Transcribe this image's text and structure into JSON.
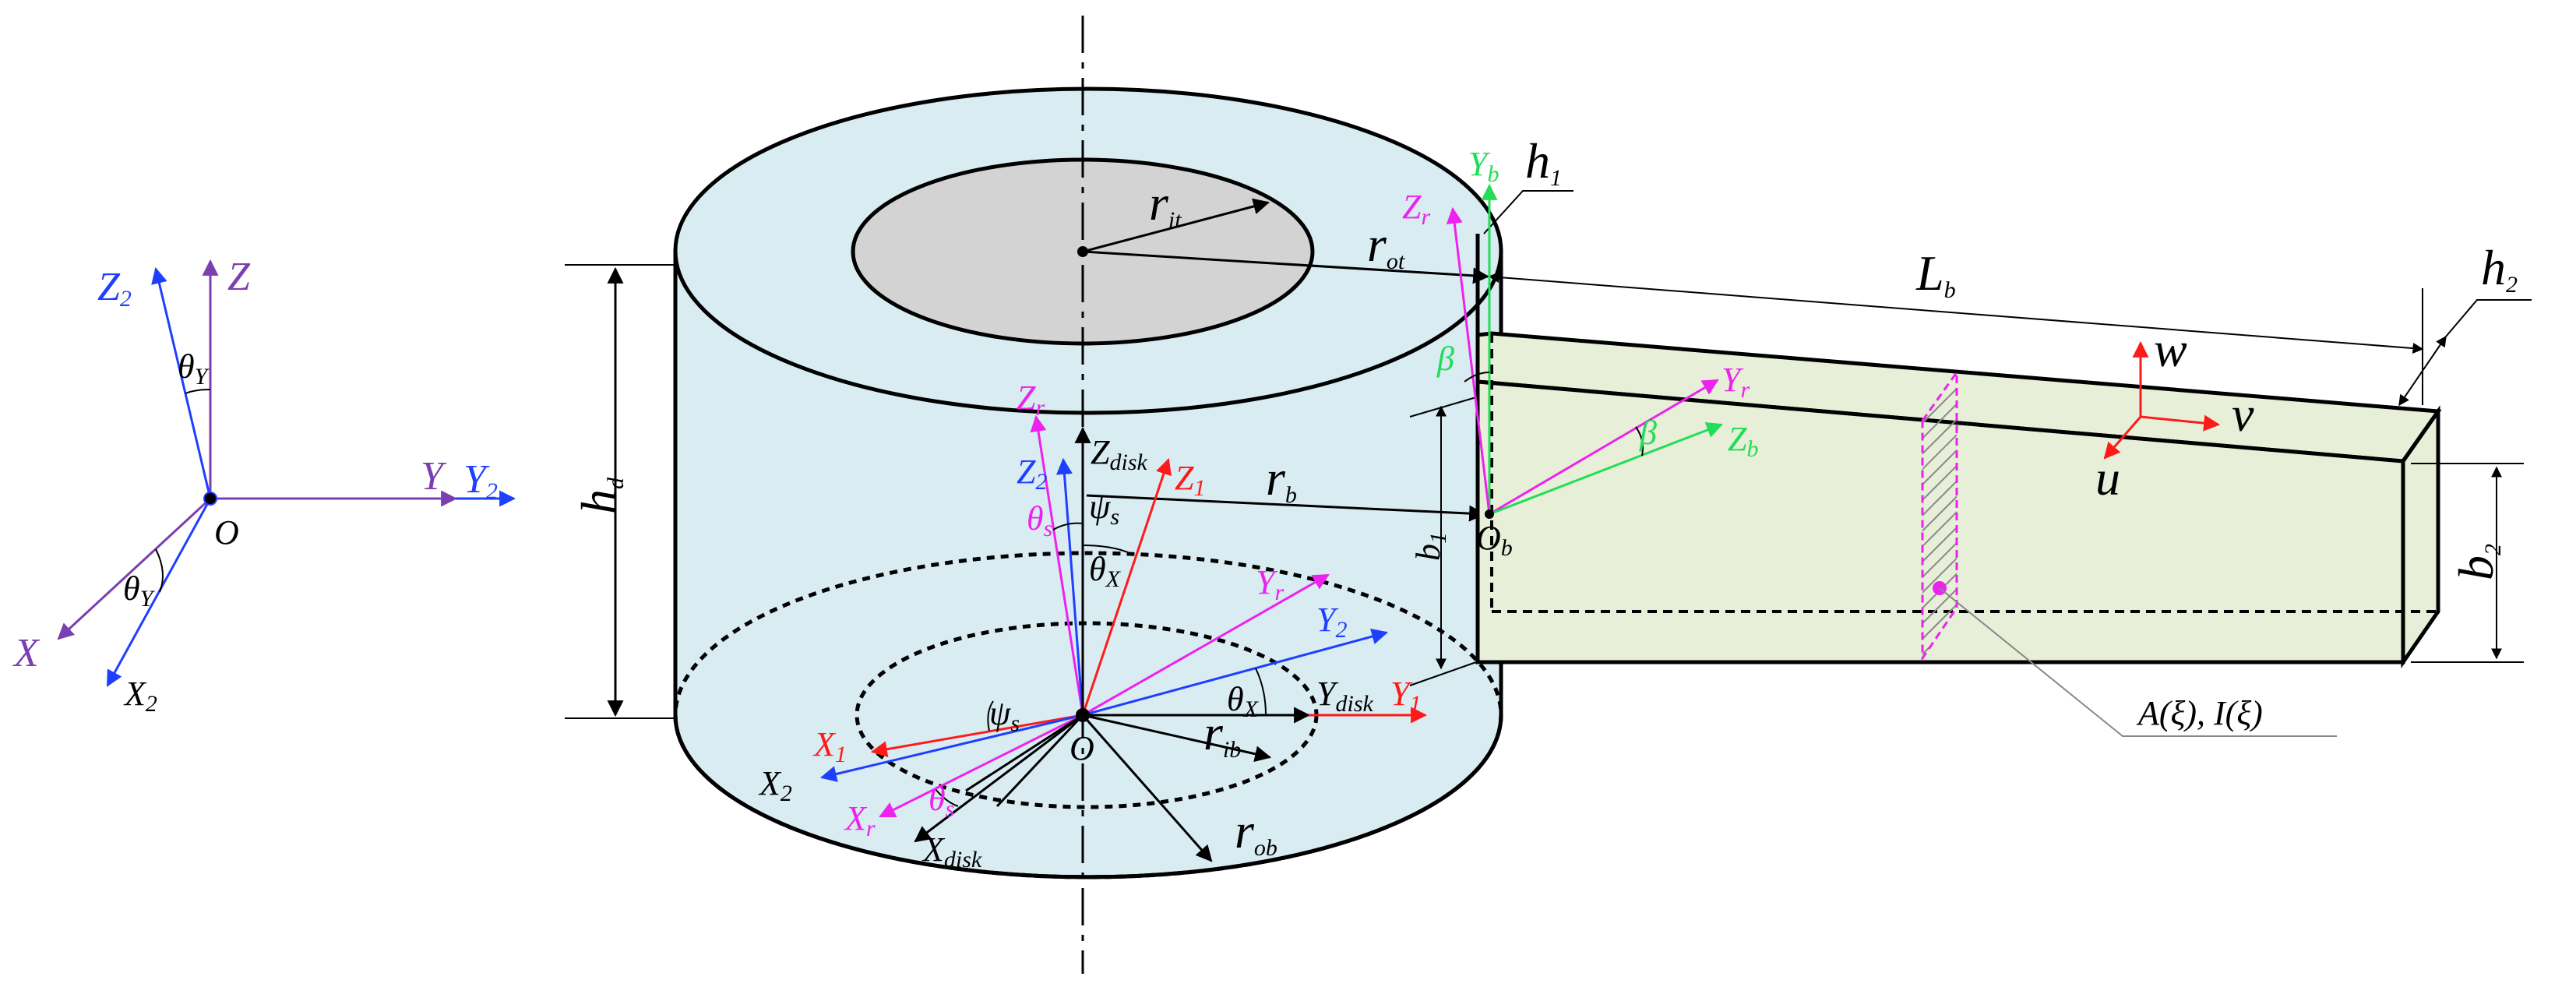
{
  "colors": {
    "black": "#000000",
    "blue": "#1f3fff",
    "red": "#ff1a1a",
    "magenta": "#ee22ee",
    "green": "#22dd55",
    "purple": "#7a3fb0",
    "disk_fill": "#d8ecf2",
    "hole_fill": "#d3d3d3",
    "beam_fill": "#e7efd9"
  },
  "global_frame": {
    "origin": "O",
    "Z": "Z",
    "Z2": {
      "main": "Z",
      "sub": "2"
    },
    "Y": "Y",
    "Y2": {
      "main": "Y",
      "sub": "2"
    },
    "X": "X",
    "X2": {
      "main": "X",
      "sub": "2"
    },
    "thetaY_top": {
      "main": "θ",
      "sub": "Y"
    },
    "thetaY_bottom": {
      "main": "θ",
      "sub": "Y"
    }
  },
  "disk": {
    "r_it": {
      "main": "r",
      "sub": "it"
    },
    "r_ot": {
      "main": "r",
      "sub": "ot"
    },
    "h_d": {
      "main": "h",
      "sub": "d"
    },
    "r_b": {
      "main": "r",
      "sub": "b"
    },
    "r_ib": {
      "main": "r",
      "sub": "ib"
    },
    "r_ob": {
      "main": "r",
      "sub": "ob"
    },
    "center": "O",
    "Zr": {
      "main": "Z",
      "sub": "r"
    },
    "Z2": {
      "main": "Z",
      "sub": "2"
    },
    "Zdisk": {
      "main": "Z",
      "sub": "disk"
    },
    "Z1": {
      "main": "Z",
      "sub": "1"
    },
    "theta_s": {
      "main": "θ",
      "sub": "s"
    },
    "psi_s_top": {
      "main": "ψ",
      "sub": "s"
    },
    "theta_x_top": {
      "main": "θ",
      "sub": "X"
    },
    "Yr": {
      "main": "Y",
      "sub": "r"
    },
    "Y2": {
      "main": "Y",
      "sub": "2"
    },
    "Ydisk": {
      "main": "Y",
      "sub": "disk"
    },
    "Y1": {
      "main": "Y",
      "sub": "1"
    },
    "theta_x_bottom": {
      "main": "θ",
      "sub": "X"
    },
    "X1": {
      "main": "X",
      "sub": "1"
    },
    "X2": {
      "main": "X",
      "sub": "2"
    },
    "Xr": {
      "main": "X",
      "sub": "r"
    },
    "Xdisk": {
      "main": "X",
      "sub": "disk"
    },
    "psi_s_bottom": {
      "main": "ψ",
      "sub": "s"
    },
    "theta_s_bottom": {
      "main": "θ",
      "sub": "s"
    }
  },
  "blade": {
    "Yb": {
      "main": "Y",
      "sub": "b"
    },
    "h1": {
      "main": "h",
      "sub": "1"
    },
    "Zr": {
      "main": "Z",
      "sub": "r"
    },
    "beta_top": "β",
    "Lb": {
      "main": "L",
      "sub": "b"
    },
    "h2": {
      "main": "h",
      "sub": "2"
    },
    "b1": {
      "main": "b",
      "sub": "1"
    },
    "Ob": {
      "main": "O",
      "sub": "b"
    },
    "Yr": {
      "main": "Y",
      "sub": "r"
    },
    "beta_bottom": "β",
    "Zb": {
      "main": "Z",
      "sub": "b"
    },
    "w": "w",
    "v": "v",
    "u": "u",
    "b2": {
      "main": "b",
      "sub": "2"
    },
    "section_label": "A(ξ), I(ξ)"
  }
}
